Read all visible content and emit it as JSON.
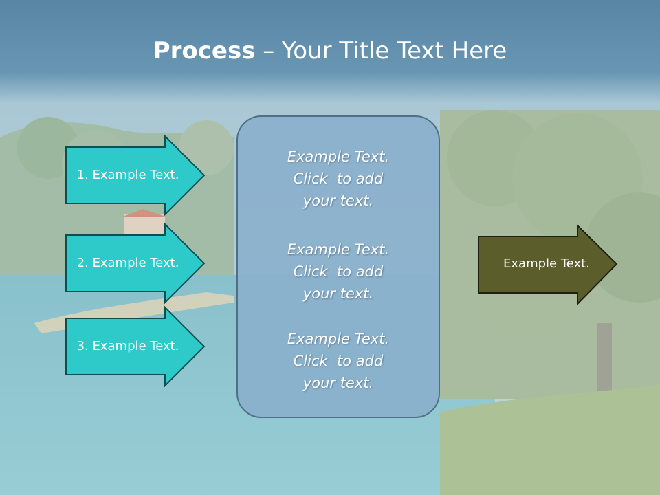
{
  "title": {
    "bold": "Process",
    "rest": " – Your Title Text Here"
  },
  "left_steps": [
    {
      "label": "1. Example Text."
    },
    {
      "label": "2. Example Text."
    },
    {
      "label": "3. Example Text."
    }
  ],
  "center_box": {
    "paragraphs": [
      {
        "line1": "Example Text.",
        "line2": "Click  to add",
        "line3": "your text."
      },
      {
        "line1": "Example Text.",
        "line2": "Click  to add",
        "line3": "your text."
      },
      {
        "line1": "Example Text.",
        "line2": "Click  to add",
        "line3": "your text."
      }
    ]
  },
  "result": {
    "label": "Example Text."
  },
  "colors": {
    "step_fill": "#2ec9c9",
    "step_stroke": "#0d4f50",
    "result_fill": "#5b5d2a",
    "result_stroke": "#1e2010",
    "box_fill": "#8bb0cc"
  }
}
